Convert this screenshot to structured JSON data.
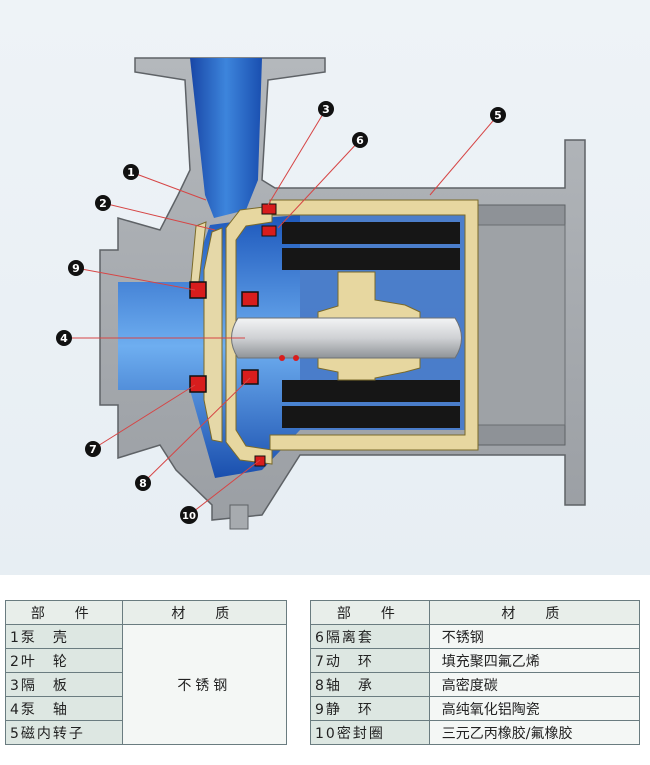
{
  "callouts": [
    "1",
    "2",
    "3",
    "4",
    "5",
    "6",
    "7",
    "8",
    "9",
    "10"
  ],
  "colors": {
    "housing": "#a7abaf",
    "housing_edge": "#5e6266",
    "fluid_dark": "#1a57b8",
    "fluid_light": "#5fa0e6",
    "brass": "#e7d7a0",
    "brass_edge": "#7a6a2a",
    "magnet": "#161616",
    "seal_red": "#d81d1d",
    "shaft": "#d9dadc",
    "callout_bg": "#111111",
    "leader": "#d64545"
  },
  "table_left": {
    "headers": [
      "部　件",
      "材　质"
    ],
    "rows": [
      {
        "part": "1泵　壳"
      },
      {
        "part": "2叶　轮"
      },
      {
        "part": "3隔　板"
      },
      {
        "part": "4泵　轴"
      },
      {
        "part": "5磁内转子"
      }
    ],
    "merged_material": "不锈钢"
  },
  "table_right": {
    "headers": [
      "部　件",
      "材　质"
    ],
    "rows": [
      {
        "part": "6隔离套",
        "material": "不锈钢"
      },
      {
        "part": "7动　环",
        "material": "填充聚四氟乙烯"
      },
      {
        "part": "8轴　承",
        "material": "高密度碳"
      },
      {
        "part": "9静　环",
        "material": "高纯氧化铝陶瓷"
      },
      {
        "part": "10密封圈",
        "material": "三元乙丙橡胶/氟橡胶"
      }
    ]
  }
}
